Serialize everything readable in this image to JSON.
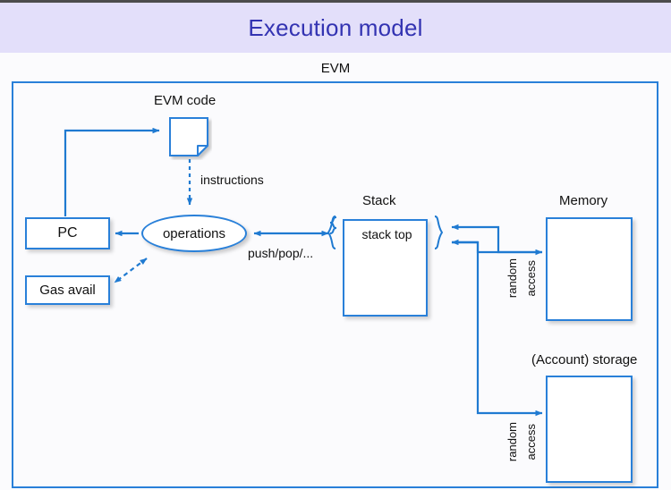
{
  "slide": {
    "title": "Execution model",
    "title_color": "#3333b2",
    "banner_color": "#e3dffa",
    "background_color": "#fbfbfd",
    "accent_color": "#2980d9"
  },
  "diagram": {
    "container_label": "EVM",
    "nodes": [
      {
        "id": "evm-code",
        "label": "EVM code",
        "shape": "document"
      },
      {
        "id": "pc",
        "label": "PC",
        "shape": "rect"
      },
      {
        "id": "gas",
        "label": "Gas avail",
        "shape": "rect"
      },
      {
        "id": "operations",
        "label": "operations",
        "shape": "ellipse"
      },
      {
        "id": "stack",
        "label": "Stack",
        "shape": "rect",
        "inner_label": "stack top"
      },
      {
        "id": "memory",
        "label": "Memory",
        "shape": "rect"
      },
      {
        "id": "storage",
        "label": "(Account) storage",
        "shape": "rect"
      }
    ],
    "edges": [
      {
        "id": "code-to-ops",
        "label": "instructions",
        "style": "dashed",
        "direction": "down"
      },
      {
        "id": "ops-to-pc",
        "label": "",
        "style": "solid",
        "direction": "left"
      },
      {
        "id": "pc-to-code",
        "label": "",
        "style": "solid",
        "direction": "right"
      },
      {
        "id": "ops-to-gas",
        "label": "",
        "style": "dashed",
        "direction": "both"
      },
      {
        "id": "ops-to-stack",
        "label": "push/pop/...",
        "style": "solid",
        "direction": "both"
      },
      {
        "id": "stack-memory",
        "label": "random access",
        "style": "solid",
        "direction": "both"
      },
      {
        "id": "stack-storage",
        "label": "random access",
        "style": "solid",
        "direction": "both"
      }
    ],
    "annotations": {
      "instructions": "instructions",
      "push_pop": "push/pop/...",
      "random_memory_line1": "random",
      "random_memory_line2": "access",
      "random_storage_line1": "random",
      "random_storage_line2": "access",
      "stack_top": "stack top"
    }
  }
}
